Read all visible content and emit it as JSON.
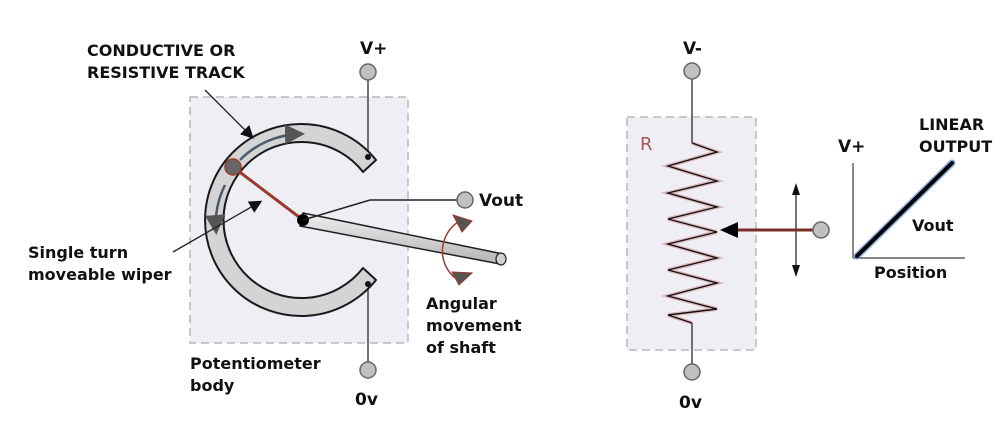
{
  "left_diagram": {
    "track_label_line1": "CONDUCTIVE OR",
    "track_label_line2": "RESISTIVE TRACK",
    "top_terminal": "V+",
    "bottom_terminal": "0v",
    "output_terminal": "Vout",
    "wiper_label_line1": "Single turn",
    "wiper_label_line2": "moveable wiper",
    "body_label_line1": "Potentiometer",
    "body_label_line2": "body",
    "shaft_label_line1": "Angular",
    "shaft_label_line2": "movement",
    "shaft_label_line3": "of shaft"
  },
  "right_diagram": {
    "top_terminal": "V-",
    "bottom_terminal": "0v",
    "resistor_label": "R"
  },
  "graph": {
    "y_label": "V+",
    "title_line1": "LINEAR",
    "title_line2": "OUTPUT",
    "line_label": "Vout",
    "x_label": "Position"
  },
  "colors": {
    "body_fill": "#f0eef5",
    "body_border": "#b8b8b8",
    "track_fill": "#d4d4d4",
    "wiper": "#9b3a2e",
    "terminal_fill": "#c0c0c0",
    "graph_line": "#000000",
    "graph_line_glow": "#5b8fd6"
  }
}
